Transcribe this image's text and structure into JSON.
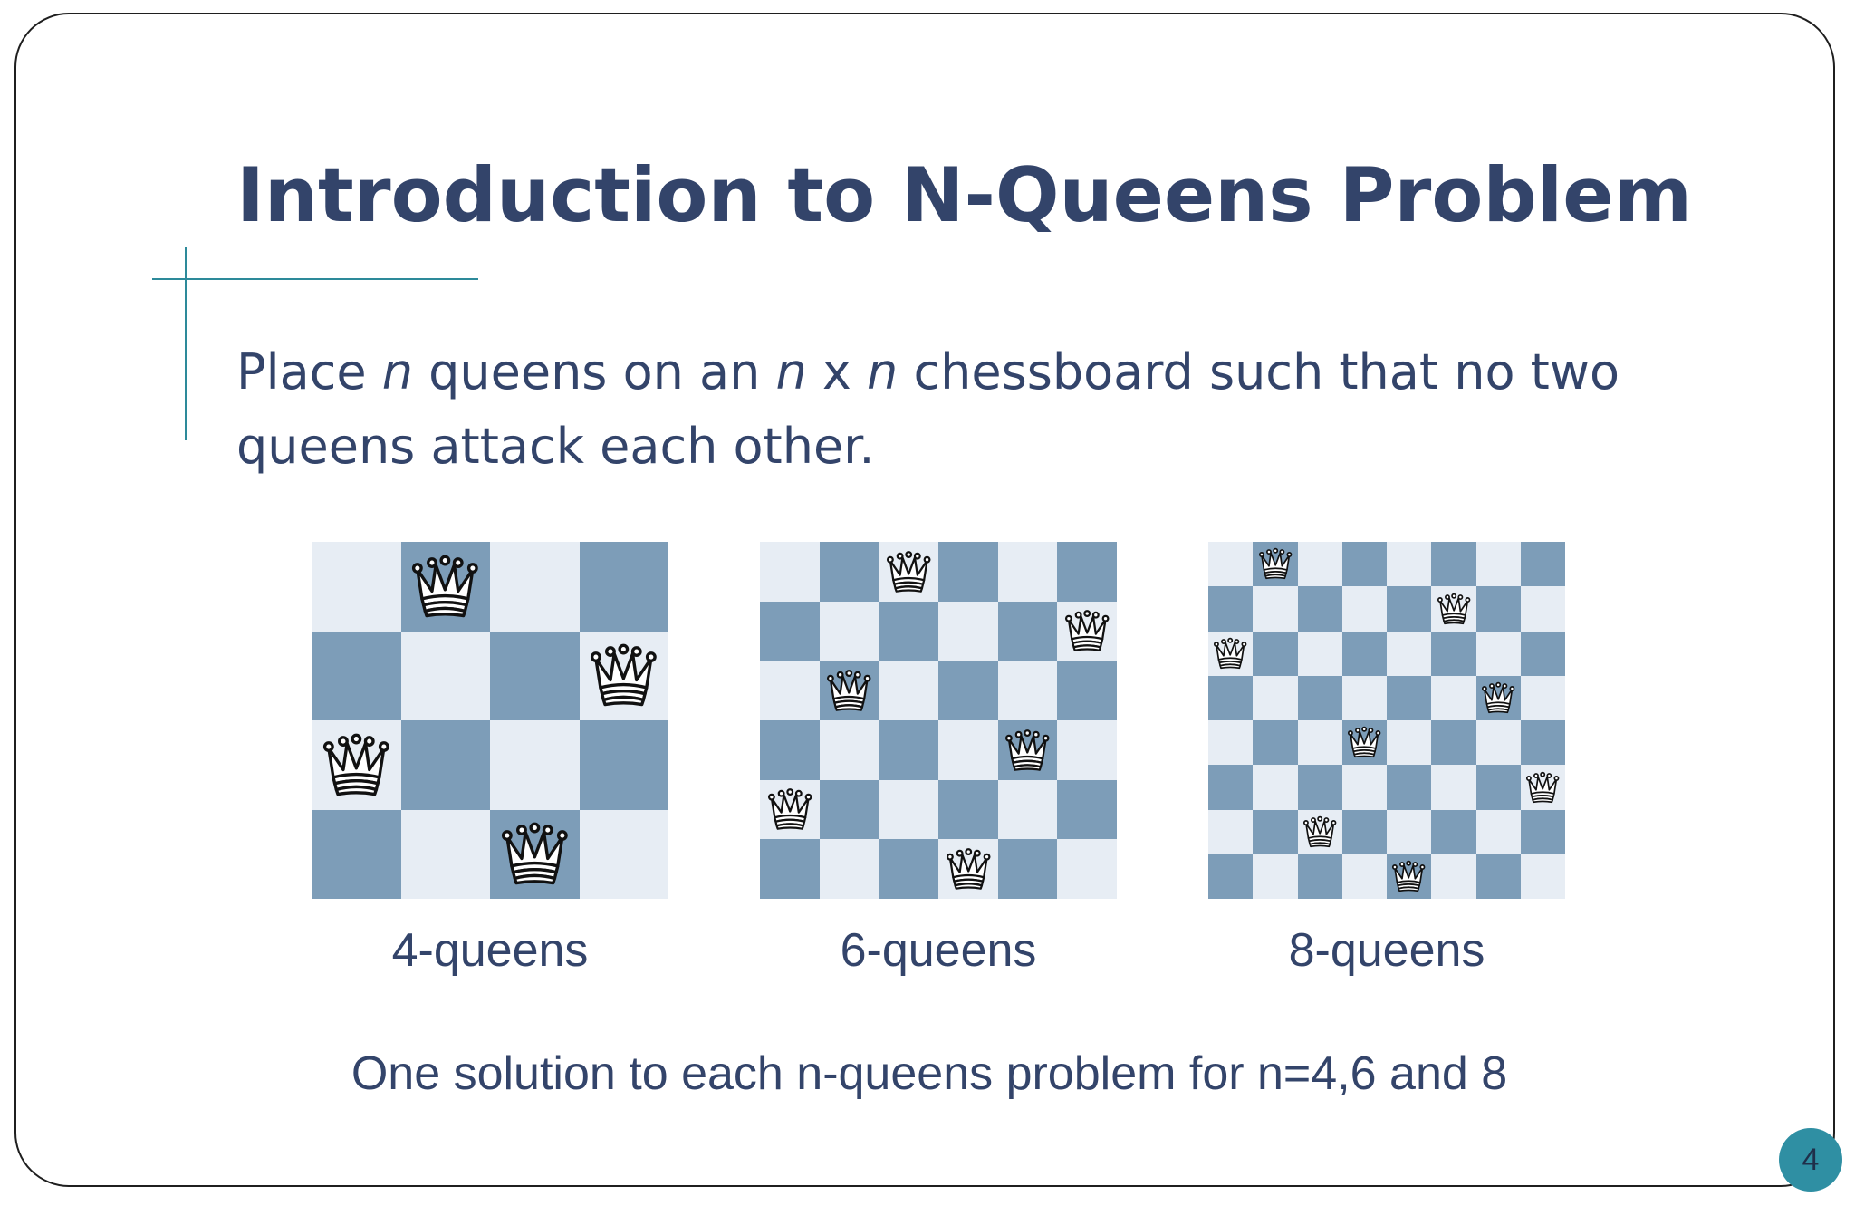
{
  "slide": {
    "title": "Introduction to N-Queens Problem",
    "body_parts": [
      "Place ",
      "n",
      " queens on an ",
      "n",
      " x ",
      "n",
      " chessboard such that no two queens attack each other."
    ],
    "caption": "One solution to each n-queens problem for n=4,6 and 8",
    "page_number": "4"
  },
  "colors": {
    "text": "#33446a",
    "accent": "#2d8a9a",
    "board_light": "#e7edf4",
    "board_dark": "#7d9db8",
    "page_badge": "#2f8fa3"
  },
  "boards": [
    {
      "n": 4,
      "label": "4-queens",
      "queen_columns": [
        1,
        3,
        0,
        2
      ]
    },
    {
      "n": 6,
      "label": "6-queens",
      "queen_columns": [
        2,
        5,
        1,
        4,
        0,
        3
      ]
    },
    {
      "n": 8,
      "label": "8-queens",
      "queen_columns": [
        1,
        5,
        0,
        6,
        3,
        7,
        2,
        4
      ]
    }
  ]
}
